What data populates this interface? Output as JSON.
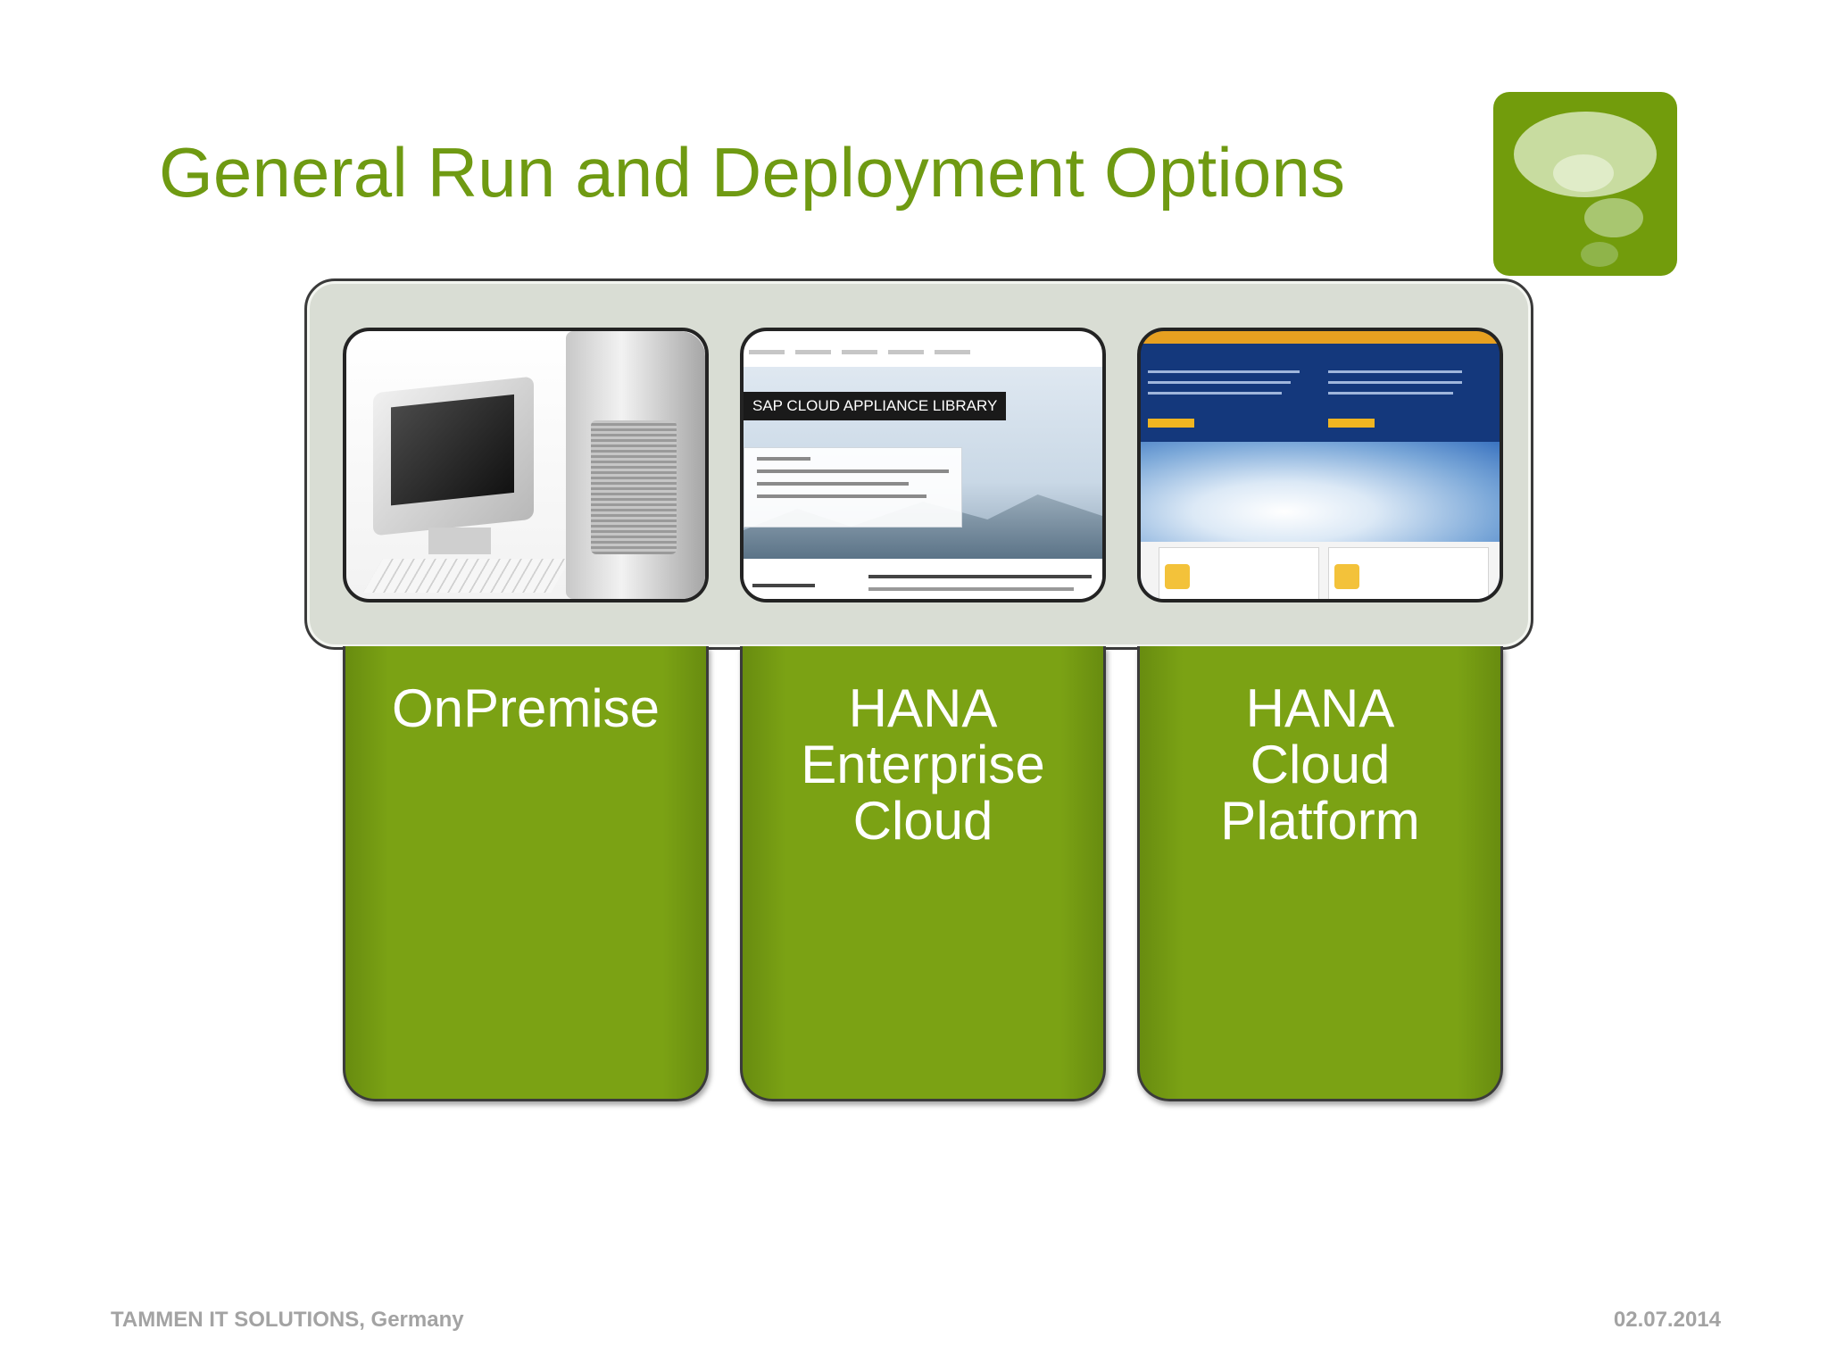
{
  "slide": {
    "title": "General Run and Deployment Options"
  },
  "options": [
    {
      "label": "OnPremise",
      "image": "computer-image"
    },
    {
      "label": "HANA\nEnterprise\nCloud",
      "image": "sap-cloud-appliance-library-screenshot",
      "image_text": "SAP CLOUD APPLIANCE LIBRARY"
    },
    {
      "label": "HANA\nCloud\nPlatform",
      "image": "hana-cloud-platform-screenshot"
    }
  ],
  "footer": {
    "company": "TAMMEN IT SOLUTIONS, Germany",
    "date": "02.07.2014"
  },
  "colors": {
    "accent_green": "#7ba214",
    "title_green": "#6f9a12",
    "tray_grey": "#d9ddd4",
    "footer_grey": "#a3a3a3"
  },
  "icons": [
    "speech-bubbles-logo-icon"
  ]
}
